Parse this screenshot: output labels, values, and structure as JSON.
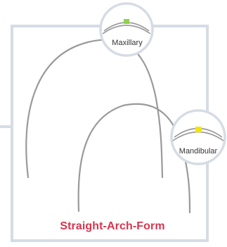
{
  "colors": {
    "frame": "#d6dce4",
    "wire": "#9a9a9a",
    "title": "#d6364f",
    "maxillary_marker": "#8ed24a",
    "mandibular_marker": "#f2e600"
  },
  "labels": {
    "maxillary": "Maxillary",
    "mandibular": "Mandibular"
  },
  "title": "Straight-Arch-Form"
}
